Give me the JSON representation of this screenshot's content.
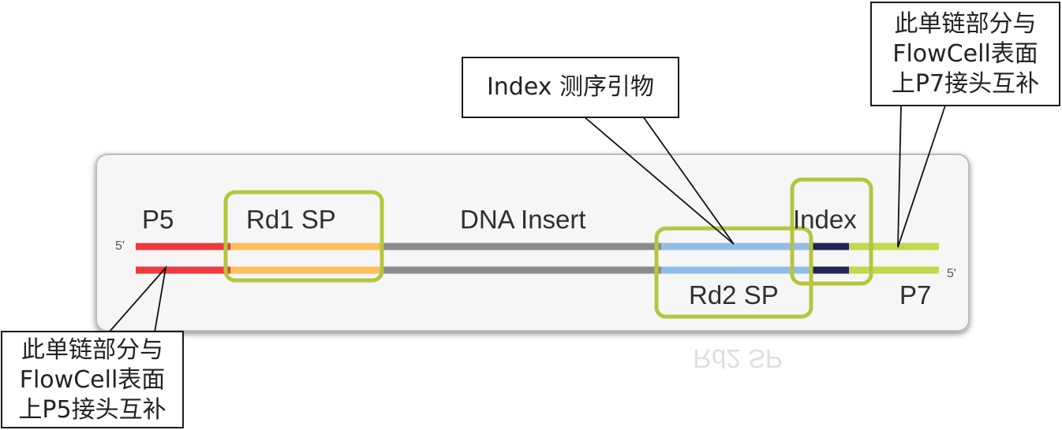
{
  "labels": {
    "p5": "P5",
    "p7": "P7",
    "five_prime_top": "5'",
    "five_prime_bottom": "5'",
    "rd1_sp": "Rd1 SP",
    "dna_insert": "DNA Insert",
    "rd2_sp": "Rd2 SP",
    "index": "Index",
    "rd2_sp_reflection": "Rd2 SP"
  },
  "callouts": {
    "index_primer": {
      "lines": [
        "Index 测序引物"
      ]
    },
    "p7_note": {
      "lines": [
        "此单链部分与",
        "FlowCell表面",
        "上P7接头互补"
      ]
    },
    "p5_note": {
      "lines": [
        "此单链部分与",
        "FlowCell表面",
        "上P5接头互补"
      ]
    }
  },
  "colors": {
    "p5_segment": "#ee3a3e",
    "rd1_segment": "#fdbf5a",
    "insert_segment": "#8a8b8e",
    "rd2_segment": "#8fbde6",
    "index_segment": "#232552",
    "p7_segment": "#c3d84a",
    "highlight_box": "#b5c53f"
  }
}
